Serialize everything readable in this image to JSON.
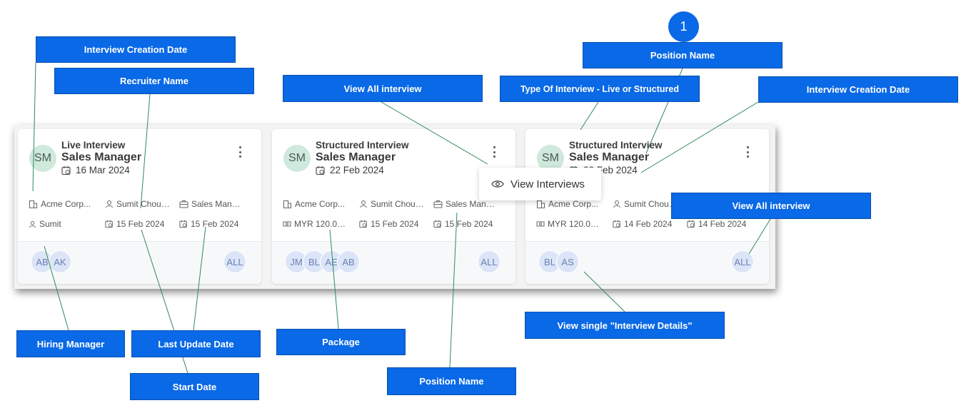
{
  "menu": {
    "view_interviews": "View Interviews"
  },
  "cards": [
    {
      "type": "Live Interview",
      "position": "Sales Manager",
      "avatar": "SM",
      "created": "16 Mar 2024",
      "company": "Acme Corp...",
      "recruiter": "Sumit Choud...",
      "position_short": "Sales Mana...",
      "hiring_manager": "Sumit",
      "start_date": "15 Feb 2024",
      "updated": "15 Feb 2024",
      "chips": [
        "AB",
        "AK"
      ],
      "all_label": "ALL"
    },
    {
      "type": "Structured Interview",
      "position": "Sales Manager",
      "avatar": "SM",
      "created": "22 Feb 2024",
      "company": "Acme Corp...",
      "recruiter": "Sumit Choud...",
      "position_short": "Sales Mana...",
      "package": "MYR 120.0K t...",
      "start_date": "15 Feb 2024",
      "updated": "15 Feb 2024",
      "chips": [
        "JM",
        "BL",
        "AE",
        "AB"
      ],
      "all_label": "ALL"
    },
    {
      "type": "Structured Interview",
      "position": "Sales Manager",
      "avatar": "SM",
      "created": "22 Feb 2024",
      "company": "Acme Corp...",
      "recruiter": "Sumit Choud...",
      "package": "MYR 120.0K t...",
      "start_date": "14 Feb 2024",
      "updated": "14 Feb 2024",
      "chips": [
        "BL",
        "AS"
      ],
      "all_label": "ALL"
    }
  ],
  "annotations": {
    "badge_number": "1",
    "interview_creation_date_left": "Interview Creation Date",
    "recruiter_name": "Recruiter  Name",
    "view_all_interview_top": "View All interview",
    "type_of_interview": "Type  Of Interview - Live or Structured",
    "position_name_top": "Position Name",
    "interview_creation_date_right": "Interview Creation Date",
    "view_all_interview_right": "View All interview",
    "hiring_manager": "Hiring Manager",
    "last_update_date": "Last Update Date",
    "start_date": "Start Date",
    "package": "Package",
    "position_name_bottom": "Position Name",
    "view_single_details": "View single \"Interview Details\""
  },
  "colors": {
    "label_bg": "#0969e6",
    "leader_line": "#2e8b57",
    "avatar_bg": "#cfe9dc",
    "chip_bg": "#dce5f8"
  }
}
